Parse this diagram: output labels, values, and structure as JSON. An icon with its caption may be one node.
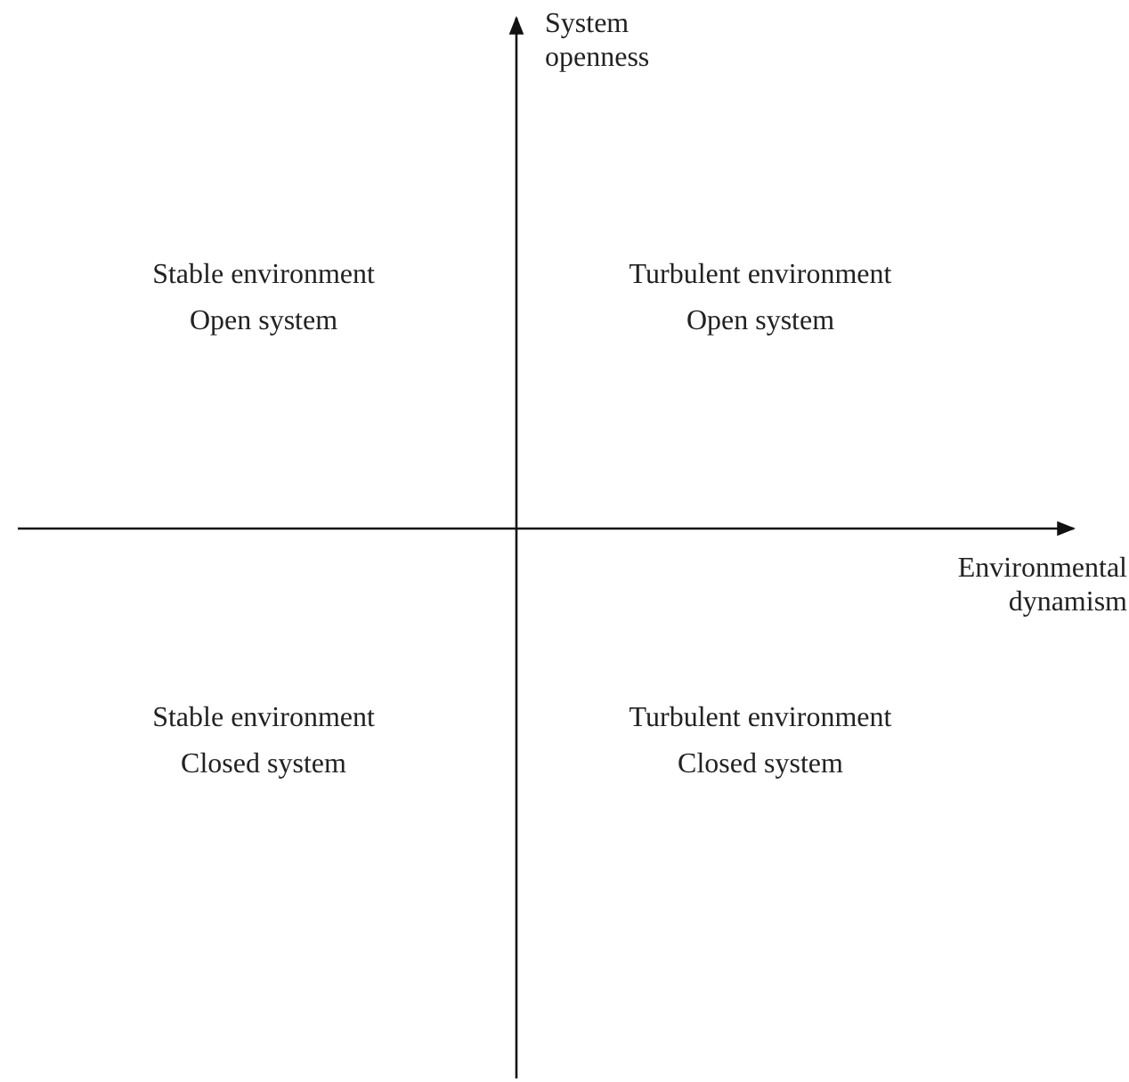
{
  "diagram": {
    "labels": [
      "System openness",
      "Stable environment",
      "Open system",
      "Turbulent environment",
      "Open system",
      "Environmental dynamism",
      "Stable environment",
      "Closed system",
      "Turbulent environment",
      "Closed system"
    ]
  }
}
